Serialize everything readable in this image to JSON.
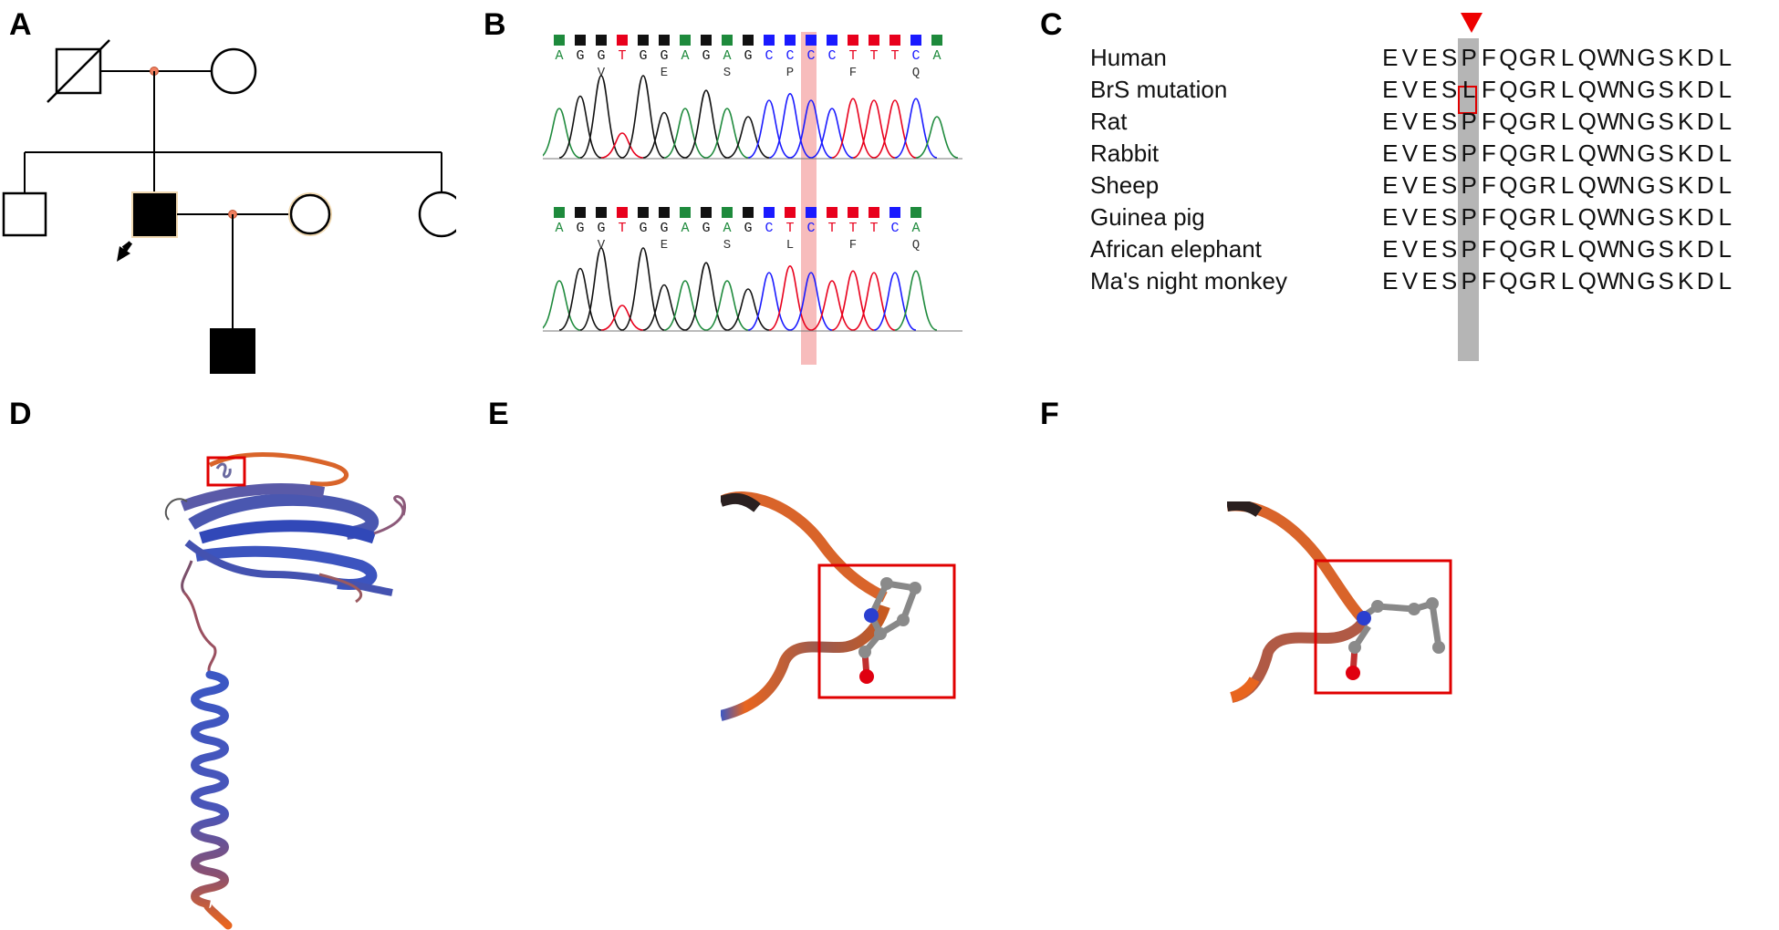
{
  "panels": {
    "A": "A",
    "B": "B",
    "C": "C",
    "D": "D",
    "E": "E",
    "F": "F"
  },
  "colors": {
    "red": "#e8001c",
    "blue": "#1a1aff",
    "green": "#1e8a3c",
    "black": "#111111",
    "highlight": "#f4a6a6",
    "grey_column": "#b5b5b5",
    "orange": "#e8651e",
    "ribbon_blue": "#3b57c4"
  },
  "chromatogram": {
    "top": {
      "bases": [
        "A",
        "G",
        "G",
        "T",
        "G",
        "G",
        "A",
        "G",
        "A",
        "G",
        "C",
        "C",
        "C",
        "C",
        "T",
        "T",
        "T",
        "C",
        "A"
      ],
      "aminoacids": [
        "V",
        "E",
        "S",
        "P",
        "F",
        "Q"
      ]
    },
    "bottom": {
      "bases": [
        "A",
        "G",
        "G",
        "T",
        "G",
        "G",
        "A",
        "G",
        "A",
        "G",
        "C",
        "T",
        "C",
        "T",
        "T",
        "T",
        "C",
        "A"
      ],
      "aminoacids": [
        "V",
        "E",
        "S",
        "L",
        "F",
        "Q"
      ]
    }
  },
  "alignment": {
    "rows": [
      {
        "species": "Human",
        "residues": [
          "E",
          "V",
          "E",
          "S",
          "P",
          "F",
          "Q",
          "G",
          "R",
          "L",
          "Q",
          "W",
          "N",
          "G",
          "S",
          "K",
          "D",
          "L"
        ]
      },
      {
        "species": "BrS mutation",
        "residues": [
          "E",
          "V",
          "E",
          "S",
          "L",
          "F",
          "Q",
          "G",
          "R",
          "L",
          "Q",
          "W",
          "N",
          "G",
          "S",
          "K",
          "D",
          "L"
        ]
      },
      {
        "species": "Rat",
        "residues": [
          "E",
          "V",
          "E",
          "S",
          "P",
          "F",
          "Q",
          "G",
          "R",
          "L",
          "Q",
          "W",
          "N",
          "G",
          "S",
          "K",
          "D",
          "L"
        ]
      },
      {
        "species": "Rabbit",
        "residues": [
          "E",
          "V",
          "E",
          "S",
          "P",
          "F",
          "Q",
          "G",
          "R",
          "L",
          "Q",
          "W",
          "N",
          "G",
          "S",
          "K",
          "D",
          "L"
        ]
      },
      {
        "species": "Sheep",
        "residues": [
          "E",
          "V",
          "E",
          "S",
          "P",
          "F",
          "Q",
          "G",
          "R",
          "L",
          "Q",
          "W",
          "N",
          "G",
          "S",
          "K",
          "D",
          "L"
        ]
      },
      {
        "species": "Guinea pig",
        "residues": [
          "E",
          "V",
          "E",
          "S",
          "P",
          "F",
          "Q",
          "G",
          "R",
          "L",
          "Q",
          "W",
          "N",
          "G",
          "S",
          "K",
          "D",
          "L"
        ]
      },
      {
        "species": "African elephant",
        "residues": [
          "E",
          "V",
          "E",
          "S",
          "P",
          "F",
          "Q",
          "G",
          "R",
          "L",
          "Q",
          "W",
          "N",
          "G",
          "S",
          "K",
          "D",
          "L"
        ]
      },
      {
        "species": "Ma's night monkey",
        "residues": [
          "E",
          "V",
          "E",
          "S",
          "P",
          "F",
          "Q",
          "G",
          "R",
          "L",
          "Q",
          "W",
          "N",
          "G",
          "S",
          "K",
          "D",
          "L"
        ]
      }
    ]
  }
}
